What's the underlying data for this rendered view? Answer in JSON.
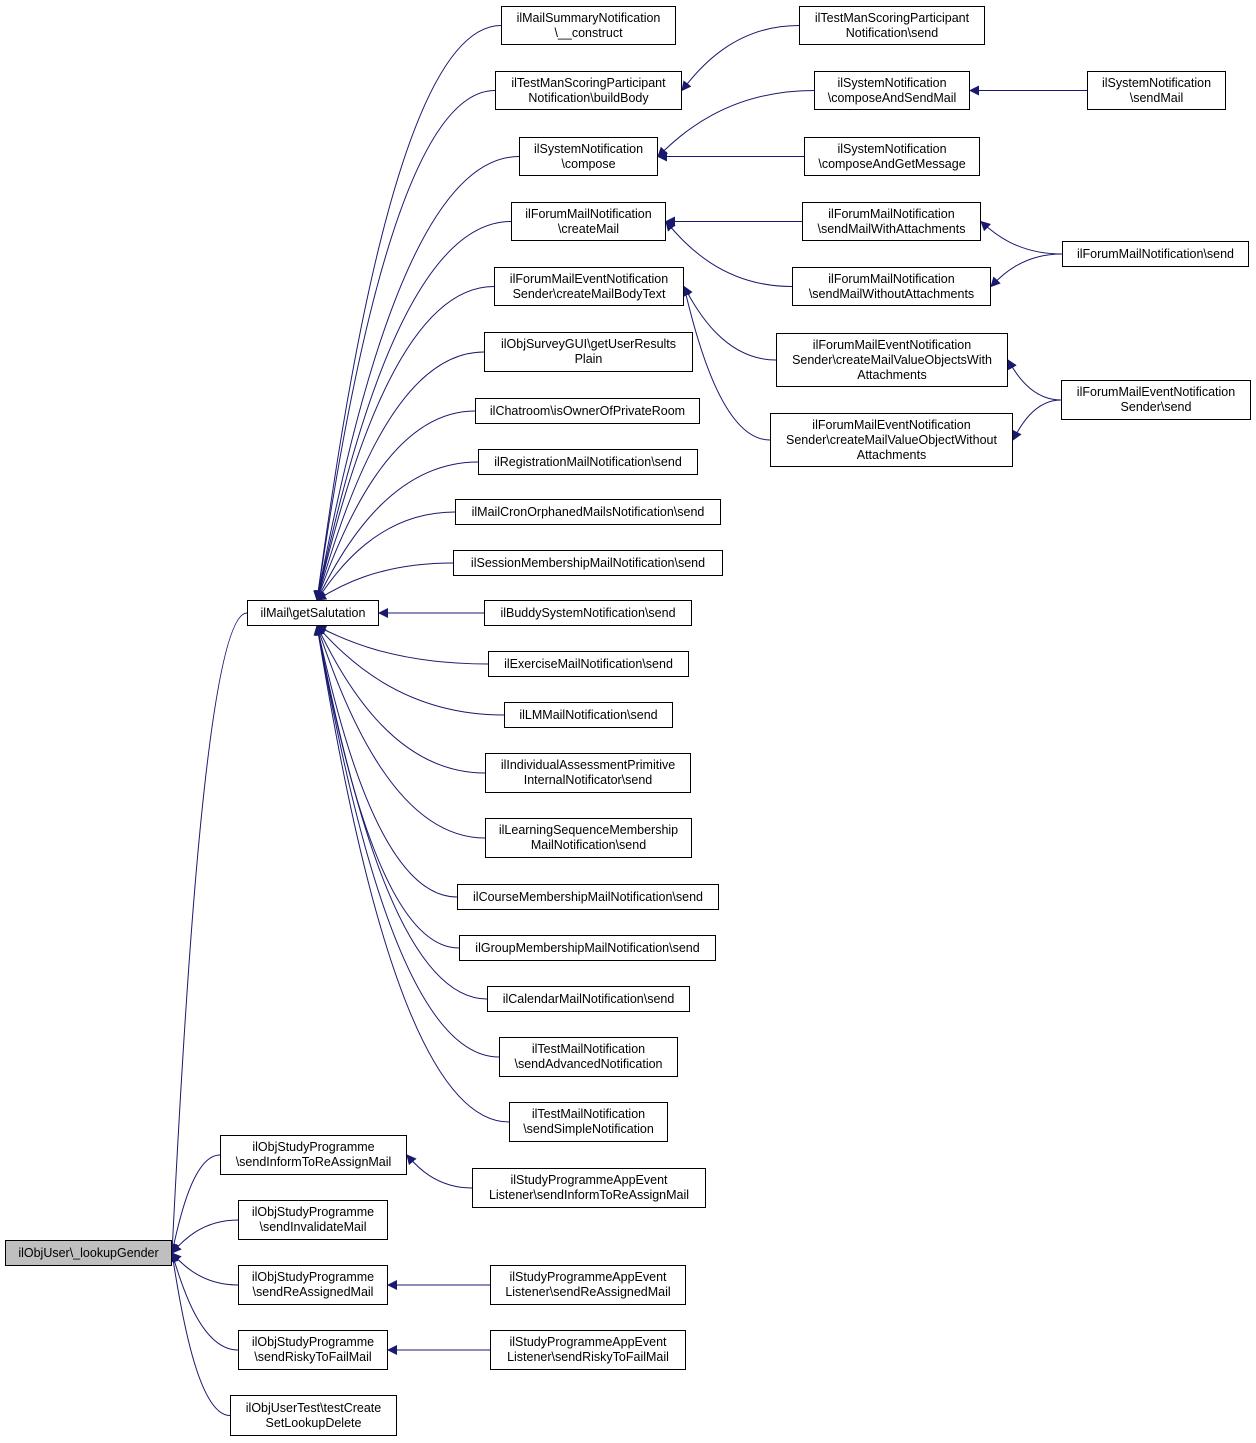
{
  "diagram": {
    "type": "caller-graph",
    "colors": {
      "edge": "#191970",
      "node_border": "#000000",
      "node_fill": "#ffffff",
      "root_fill": "#bfbfbf"
    },
    "nodes": {
      "lookupGender": [
        "ilObjUser\\_lookupGender"
      ],
      "getSalutation": [
        "ilMail\\getSalutation"
      ],
      "n_construct": [
        "ilMailSummaryNotification",
        "\\__construct"
      ],
      "n_buildBody": [
        "ilTestManScoringParticipant",
        "Notification\\buildBody"
      ],
      "n_tmsSend": [
        "ilTestManScoringParticipant",
        "Notification\\send"
      ],
      "n_compose": [
        "ilSystemNotification",
        "\\compose"
      ],
      "n_composeAndSend": [
        "ilSystemNotification",
        "\\composeAndSendMail"
      ],
      "n_sysSendMail": [
        "ilSystemNotification",
        "\\sendMail"
      ],
      "n_composeAndGet": [
        "ilSystemNotification",
        "\\composeAndGetMessage"
      ],
      "n_createMail": [
        "ilForumMailNotification",
        "\\createMail"
      ],
      "n_withAtt": [
        "ilForumMailNotification",
        "\\sendMailWithAttachments"
      ],
      "n_withoutAtt": [
        "ilForumMailNotification",
        "\\sendMailWithoutAttachments"
      ],
      "n_fmnSend": [
        "ilForumMailNotification\\send"
      ],
      "n_bodyText": [
        "ilForumMailEventNotification",
        "Sender\\createMailBodyText"
      ],
      "n_valueWith": [
        "ilForumMailEventNotification",
        "Sender\\createMailValueObjectsWith",
        "Attachments"
      ],
      "n_valueWithout": [
        "ilForumMailEventNotification",
        "Sender\\createMailValueObjectWithout",
        "Attachments"
      ],
      "n_fmensSend": [
        "ilForumMailEventNotification",
        "Sender\\send"
      ],
      "n_survey": [
        "ilObjSurveyGUI\\getUserResults",
        "Plain"
      ],
      "n_chatroom": [
        "ilChatroom\\isOwnerOfPrivateRoom"
      ],
      "n_registration": [
        "ilRegistrationMailNotification\\send"
      ],
      "n_cron": [
        "ilMailCronOrphanedMailsNotification\\send"
      ],
      "n_session": [
        "ilSessionMembershipMailNotification\\send"
      ],
      "n_buddy": [
        "ilBuddySystemNotification\\send"
      ],
      "n_exercise": [
        "ilExerciseMailNotification\\send"
      ],
      "n_lm": [
        "ilLMMailNotification\\send"
      ],
      "n_individual": [
        "ilIndividualAssessmentPrimitive",
        "InternalNotificator\\send"
      ],
      "n_lso": [
        "ilLearningSequenceMembership",
        "MailNotification\\send"
      ],
      "n_course": [
        "ilCourseMembershipMailNotification\\send"
      ],
      "n_group": [
        "ilGroupMembershipMailNotification\\send"
      ],
      "n_calendar": [
        "ilCalendarMailNotification\\send"
      ],
      "n_advanced": [
        "ilTestMailNotification",
        "\\sendAdvancedNotification"
      ],
      "n_simple": [
        "ilTestMailNotification",
        "\\sendSimpleNotification"
      ],
      "n_informReassign": [
        "ilObjStudyProgramme",
        "\\sendInformToReAssignMail"
      ],
      "n_listenerInform": [
        "ilStudyProgrammeAppEvent",
        "Listener\\sendInformToReAssignMail"
      ],
      "n_invalidate": [
        "ilObjStudyProgramme",
        "\\sendInvalidateMail"
      ],
      "n_reassigned": [
        "ilObjStudyProgramme",
        "\\sendReAssignedMail"
      ],
      "n_listenerReassigned": [
        "ilStudyProgrammeAppEvent",
        "Listener\\sendReAssignedMail"
      ],
      "n_risky": [
        "ilObjStudyProgramme",
        "\\sendRiskyToFailMail"
      ],
      "n_listenerRisky": [
        "ilStudyProgrammeAppEvent",
        "Listener\\sendRiskyToFailMail"
      ],
      "n_test": [
        "ilObjUserTest\\testCreate",
        "SetLookupDelete"
      ]
    },
    "edges": [
      [
        "getSalutation",
        "lookupGender"
      ],
      [
        "n_informReassign",
        "lookupGender"
      ],
      [
        "n_invalidate",
        "lookupGender"
      ],
      [
        "n_reassigned",
        "lookupGender"
      ],
      [
        "n_risky",
        "lookupGender"
      ],
      [
        "n_test",
        "lookupGender"
      ],
      [
        "n_construct",
        "getSalutation"
      ],
      [
        "n_buildBody",
        "getSalutation"
      ],
      [
        "n_compose",
        "getSalutation"
      ],
      [
        "n_createMail",
        "getSalutation"
      ],
      [
        "n_bodyText",
        "getSalutation"
      ],
      [
        "n_survey",
        "getSalutation"
      ],
      [
        "n_chatroom",
        "getSalutation"
      ],
      [
        "n_registration",
        "getSalutation"
      ],
      [
        "n_cron",
        "getSalutation"
      ],
      [
        "n_session",
        "getSalutation"
      ],
      [
        "n_buddy",
        "getSalutation"
      ],
      [
        "n_exercise",
        "getSalutation"
      ],
      [
        "n_lm",
        "getSalutation"
      ],
      [
        "n_individual",
        "getSalutation"
      ],
      [
        "n_lso",
        "getSalutation"
      ],
      [
        "n_course",
        "getSalutation"
      ],
      [
        "n_group",
        "getSalutation"
      ],
      [
        "n_calendar",
        "getSalutation"
      ],
      [
        "n_advanced",
        "getSalutation"
      ],
      [
        "n_simple",
        "getSalutation"
      ],
      [
        "n_tmsSend",
        "n_buildBody"
      ],
      [
        "n_composeAndSend",
        "n_compose"
      ],
      [
        "n_composeAndGet",
        "n_compose"
      ],
      [
        "n_sysSendMail",
        "n_composeAndSend"
      ],
      [
        "n_withAtt",
        "n_createMail"
      ],
      [
        "n_withoutAtt",
        "n_createMail"
      ],
      [
        "n_fmnSend",
        "n_withAtt"
      ],
      [
        "n_fmnSend",
        "n_withoutAtt"
      ],
      [
        "n_valueWith",
        "n_bodyText"
      ],
      [
        "n_valueWithout",
        "n_bodyText"
      ],
      [
        "n_fmensSend",
        "n_valueWith"
      ],
      [
        "n_fmensSend",
        "n_valueWithout"
      ],
      [
        "n_listenerInform",
        "n_informReassign"
      ],
      [
        "n_listenerReassigned",
        "n_reassigned"
      ],
      [
        "n_listenerRisky",
        "n_risky"
      ]
    ]
  }
}
